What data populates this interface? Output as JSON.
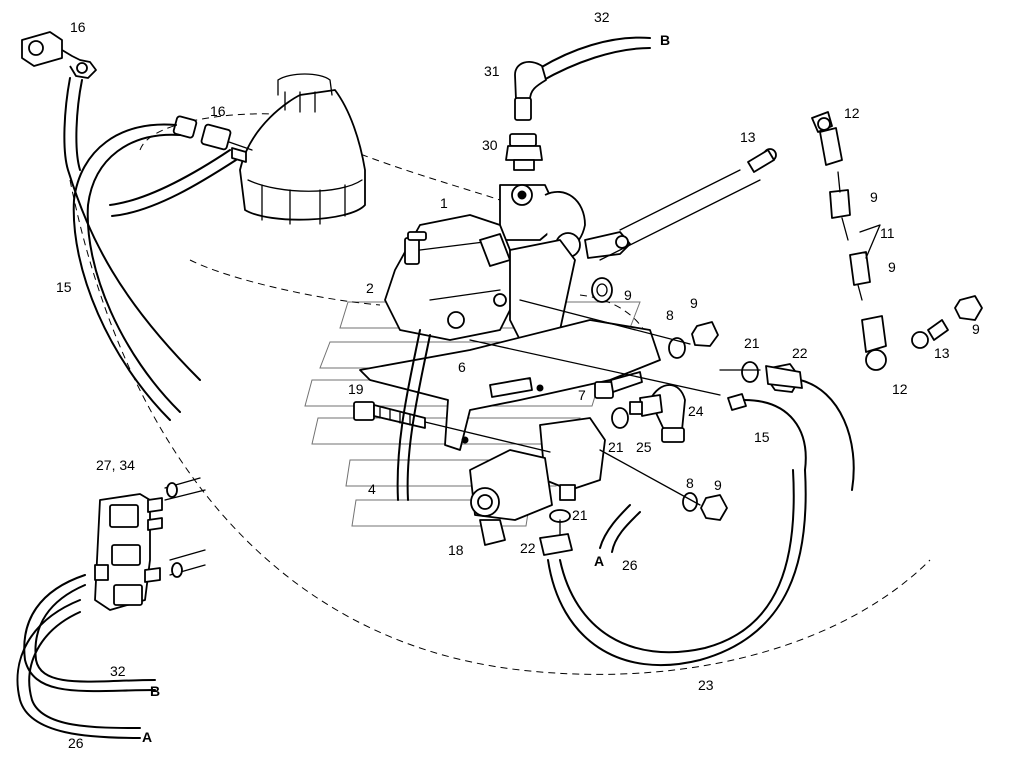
{
  "labels": {
    "l16a": "16",
    "l16b": "16",
    "l15a": "15",
    "l15b": "15",
    "l32a": "32",
    "lBa": "B",
    "l31": "31",
    "l30": "30",
    "l1": "1",
    "l2": "2",
    "l6": "6",
    "l19": "19",
    "l4": "4",
    "l18": "18",
    "l13a": "13",
    "l13b": "13",
    "l12a": "12",
    "l12b": "12",
    "l9a": "9",
    "l9b": "9",
    "l9c": "9",
    "l9d": "9",
    "l9e": "9",
    "l9f": "9",
    "l11": "11",
    "l8a": "8",
    "l8b": "8",
    "l7": "7",
    "l21a": "21",
    "l21b": "21",
    "l21c": "21",
    "l22a": "22",
    "l22b": "22",
    "l24": "24",
    "l25": "25",
    "l23": "23",
    "lAa": "A",
    "l26a": "26",
    "l2734": "27, 34",
    "l32b": "32",
    "lBb": "B",
    "l26b": "26",
    "lAb": "A"
  },
  "colors": {
    "line": "#000000",
    "background": "#ffffff"
  }
}
